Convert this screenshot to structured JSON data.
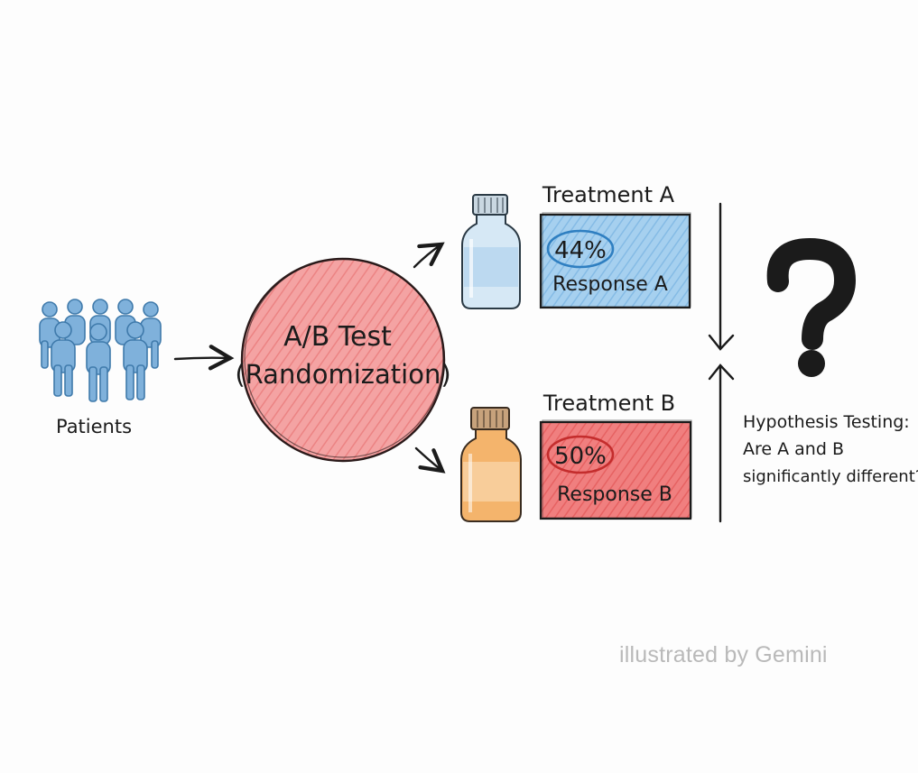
{
  "patients": {
    "label": "Patients",
    "icon": "people-group-icon",
    "color": "#7fb1db"
  },
  "randomizer": {
    "line1": "A/B Test",
    "line2": "(Randomization)",
    "color": "#f08b8b"
  },
  "treatment_a": {
    "title": "Treatment A",
    "percent": "44%",
    "response_label": "Response A",
    "box_color": "#8ec2e8",
    "bottle_color": "#cfe3f3",
    "icon": "blue-bottle-icon"
  },
  "treatment_b": {
    "title": "Treatment B",
    "percent": "50%",
    "response_label": "Response B",
    "box_color": "#ec6e6e",
    "bottle_color": "#f2b36e",
    "icon": "orange-bottle-icon"
  },
  "hypothesis": {
    "lines": [
      "Hypothesis Testing:",
      "Are A and B",
      "significantly different?"
    ],
    "icon": "question-mark-icon"
  },
  "watermark": "illustrated by Gemini"
}
